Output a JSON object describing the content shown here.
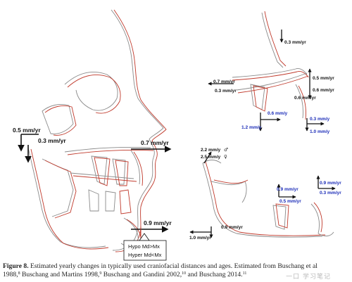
{
  "figure": {
    "left_panel": {
      "labels": {
        "posterior_vertical": "0.5 mm/yr",
        "posterior_inner": "0.3 mm/yr",
        "maxilla_forward": "0.7 mm/yr",
        "mandible_forward": "0.9 mm/yr"
      },
      "legend": {
        "line1": "Hypo Md>Mx",
        "line2": "Hyper Md<Mx"
      }
    },
    "top_right_panel": {
      "labels": {
        "nasal_vertical": "0.3 mm/yr",
        "ans_left": "0.7 mm/yr",
        "pns_left": "0.3 mm/yr",
        "right_top": "0.5 mm/yr",
        "right_middle": "0.6 mm/yr",
        "right_lower": "0.6 mm/yr",
        "incisor_eruption": "0.3 mm/y",
        "incisor_forward": "1.0 mm/y",
        "molar_eruption": "0.6 mm/y",
        "molar_forward": "1.2 mm/y"
      }
    },
    "bottom_right_panel": {
      "labels": {
        "ramus_top_male": "2.2 mm/y",
        "ramus_top_female": "2.5 mm/y",
        "gonial": "0.9 mm/yr",
        "inferior_border": "1.0 mm/yr",
        "molar_left": "0.9 mm/yr",
        "molar_bottom": "0.5 mm/yr",
        "incisor_top": "0.9 mm/yr",
        "incisor_side": "0.3 mm/yr"
      },
      "symbols": {
        "male": "♂",
        "female": "♀"
      }
    }
  },
  "caption": {
    "label": "Figure 8.",
    "text_1": " Estimated yearly changes in typically used craniofacial distances and ages. Estimated from Buschang et al",
    "text_2": "1988,",
    "ref_1": "8",
    "text_3": " Buschang and Martins 1998,",
    "ref_2": "9",
    "text_4": " Buschang and Gandini 2002,",
    "ref_3": "10",
    "text_5": " and Buschang 2014.",
    "ref_4": "11"
  },
  "watermark": "一口 学习笔记",
  "colors": {
    "outline_red": "#c0392b",
    "outline_gray": "#8a8a8a",
    "label_blue": "#1c2db8",
    "arrow": "#111111"
  }
}
